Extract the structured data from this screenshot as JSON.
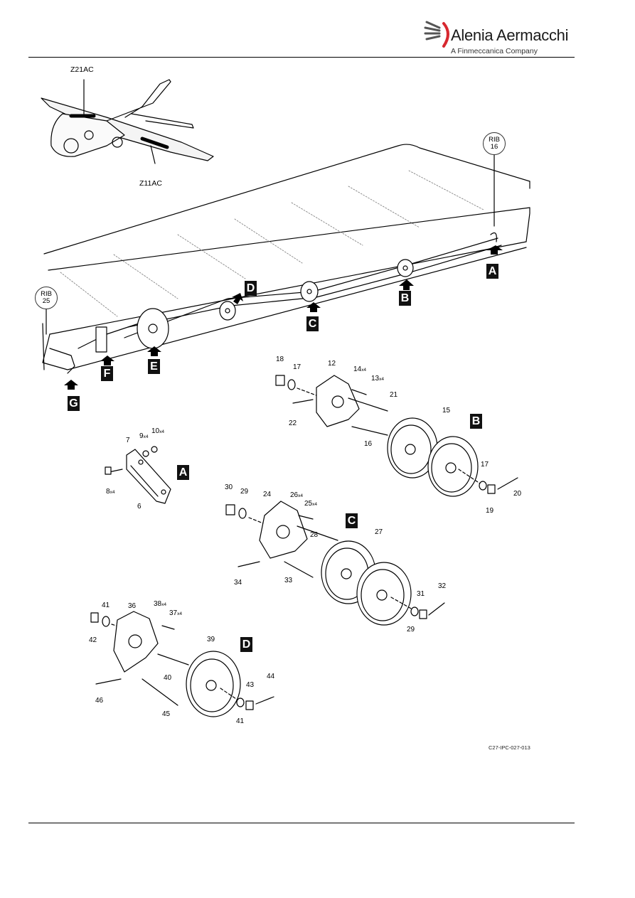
{
  "logo": {
    "brand": "Alenia Aermacchi",
    "sub": "A Finmeccanica Company",
    "mark_color": "#d7282f",
    "mark_icon": "swoosh-rays-icon"
  },
  "figure": {
    "code": "C27-IPC-027-013",
    "zones": [
      "Z21AC",
      "Z11AC"
    ],
    "ribs": [
      {
        "top": "RIB",
        "num": "16"
      },
      {
        "top": "RIB",
        "num": "25"
      }
    ],
    "views": [
      "A",
      "B",
      "C",
      "D",
      "E",
      "F",
      "G"
    ],
    "callouts": {
      "p6": "6",
      "p7": "7",
      "p8": "8",
      "p9": "9",
      "p10": "10",
      "p12": "12",
      "p13": "13",
      "p14": "14",
      "p15": "15",
      "p16": "16",
      "p17a": "17",
      "p17b": "17",
      "p18": "18",
      "p19": "19",
      "p20": "20",
      "p21": "21",
      "p22": "22",
      "p24": "24",
      "p25": "25",
      "p26": "26",
      "p27": "27",
      "p28": "28",
      "p29a": "29",
      "p29b": "29",
      "p30": "30",
      "p31": "31",
      "p32": "32",
      "p33": "33",
      "p34": "34",
      "p36": "36",
      "p37": "37",
      "p38": "38",
      "p39": "39",
      "p40": "40",
      "p41a": "41",
      "p41b": "41",
      "p42": "42",
      "p43": "43",
      "p44": "44",
      "p45": "45",
      "p46": "46"
    },
    "qty_x4": "x4"
  }
}
